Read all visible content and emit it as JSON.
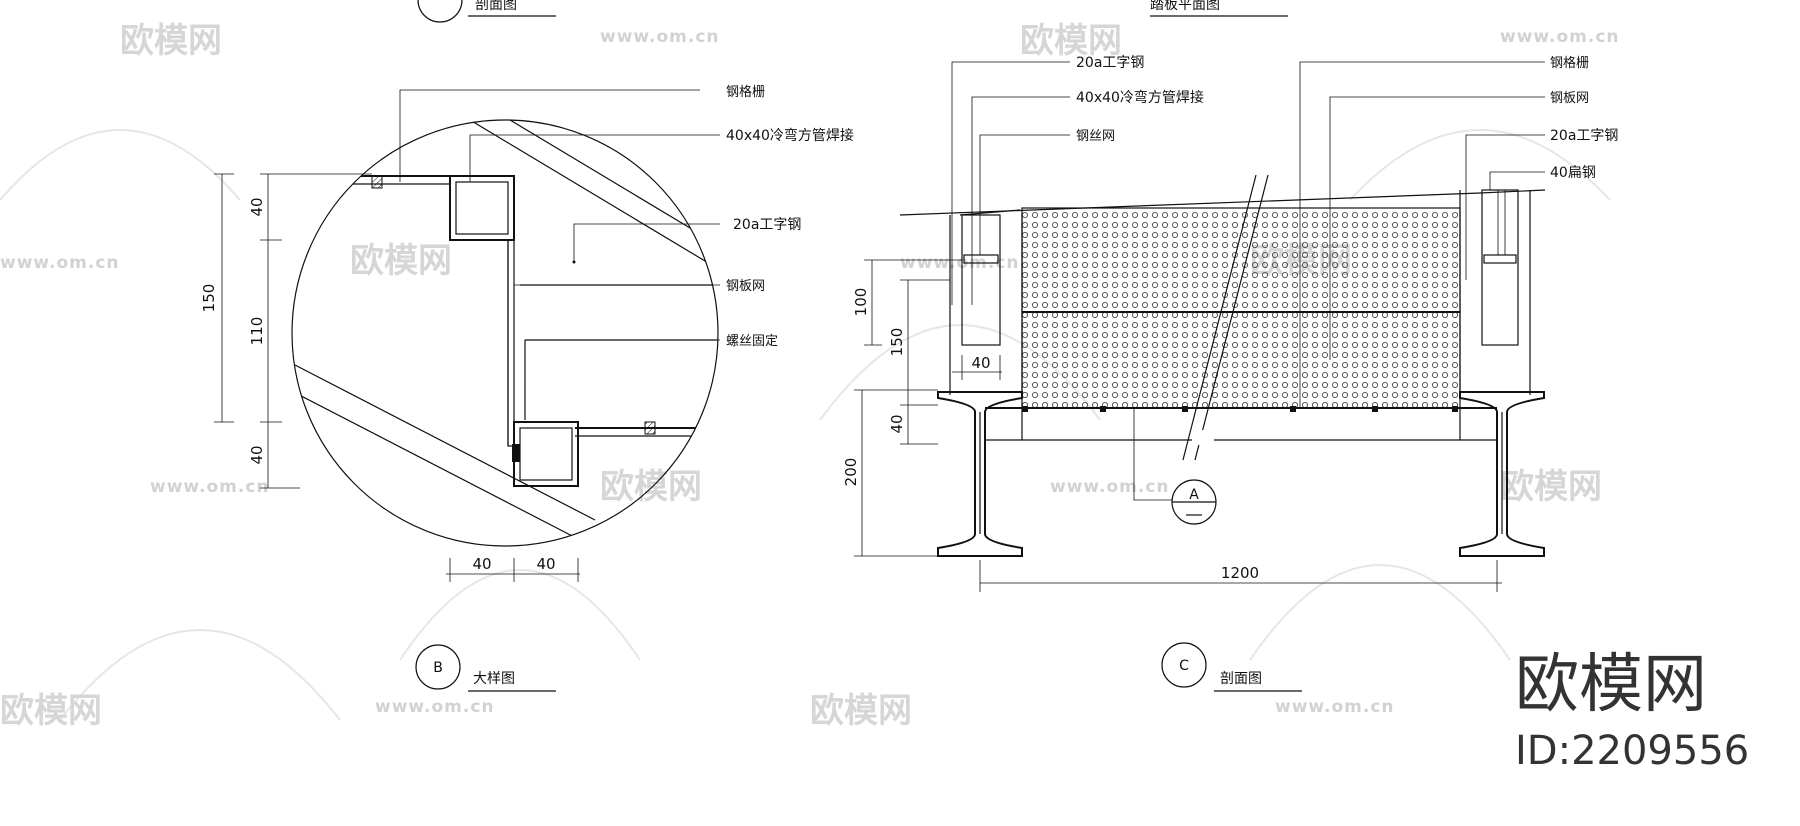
{
  "brand": {
    "name": "欧模网",
    "id": "ID:2209556"
  },
  "watermark": {
    "logo_text": "欧模网",
    "url": "www.om.cn"
  },
  "top_titles": {
    "left": "剖面图",
    "right": "踏板平面图"
  },
  "detail_b": {
    "marker": "B",
    "title": "大样图",
    "labels": {
      "grating": "钢格栅",
      "square_tube": "40x40冷弯方管焊接",
      "i_beam": "20a工字钢",
      "steel_mesh": "钢板网",
      "screw": "螺丝固定"
    },
    "dims": {
      "total": "150",
      "top": "40",
      "middle": "110",
      "bottom": "40",
      "w1": "40",
      "w2": "40"
    }
  },
  "section_c": {
    "marker": "C",
    "title": "剖面图",
    "ref_marker": "A",
    "labels": {
      "i_beam_left": "20a工字钢",
      "square_tube": "40x40冷弯方管焊接",
      "wire_mesh": "钢丝网",
      "grating": "钢格栅",
      "steel_mesh": "钢板网",
      "i_beam_right": "20a工字钢",
      "flat_steel": "40扁钢"
    },
    "dims": {
      "d100": "100",
      "d150": "150",
      "d40v": "40",
      "d200": "200",
      "d40h": "40",
      "width": "1200"
    }
  }
}
